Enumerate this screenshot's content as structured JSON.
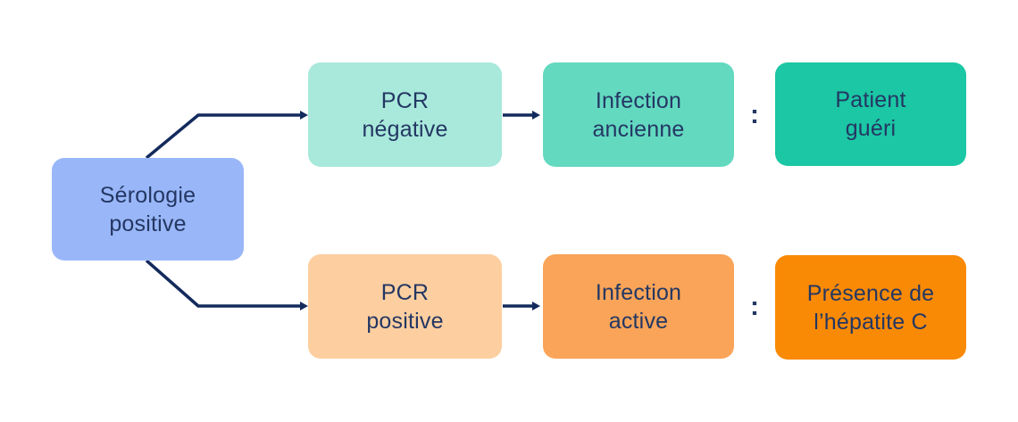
{
  "diagram": {
    "description": "Flowchart: interpretation of hepatitis C serology and PCR test results",
    "background": "#ffffff",
    "text_color": "#243763",
    "arrow_color": "#132a5c",
    "colon": ":",
    "nodes": {
      "serologie": {
        "label": "Sérologie\npositive",
        "color": "#99b7f8"
      },
      "pcr_negative": {
        "label": "PCR\nnégative",
        "color": "#a8e9db"
      },
      "infection_ancienne": {
        "label": "Infection\nancienne",
        "color": "#63d9c0"
      },
      "patient_gueri": {
        "label": "Patient\nguéri",
        "color": "#1bc7a4"
      },
      "pcr_positive": {
        "label": "PCR\npositive",
        "color": "#fdcfa0"
      },
      "infection_active": {
        "label": "Infection\nactive",
        "color": "#f9a458"
      },
      "presence_hepatite": {
        "label": "Présence de\nl’hépatite C",
        "color": "#f98a06"
      }
    },
    "edges": [
      {
        "from": "serologie",
        "to": "pcr_negative",
        "type": "arrow"
      },
      {
        "from": "serologie",
        "to": "pcr_positive",
        "type": "arrow"
      },
      {
        "from": "pcr_negative",
        "to": "infection_ancienne",
        "type": "arrow"
      },
      {
        "from": "pcr_positive",
        "to": "infection_active",
        "type": "arrow"
      },
      {
        "from": "infection_ancienne",
        "to": "patient_gueri",
        "type": "colon"
      },
      {
        "from": "infection_active",
        "to": "presence_hepatite",
        "type": "colon"
      }
    ]
  }
}
